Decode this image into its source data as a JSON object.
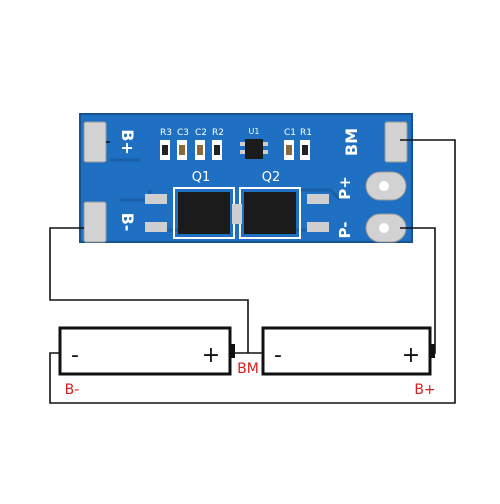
{
  "board": {
    "pad_b_plus": "B+",
    "pad_b_minus": "B-",
    "pad_bm": "BM",
    "pad_p_plus": "P+",
    "pad_p_minus": "P-",
    "components": [
      "R3",
      "C3",
      "C2",
      "R2",
      "U1",
      "C1",
      "R1"
    ],
    "mosfets": [
      "Q1",
      "Q2"
    ]
  },
  "batteries": [
    {
      "minus": "-",
      "plus": "+"
    },
    {
      "minus": "-",
      "plus": "+"
    }
  ],
  "labels": {
    "b_minus": "B-",
    "bm": "BM",
    "b_plus": "B+"
  },
  "colors": {
    "pcb": "#1f6fc2",
    "pcb_dark": "#1a5fa8",
    "pad": "#d2d2d2",
    "wire": "#111111",
    "label_red": "#d42020"
  }
}
